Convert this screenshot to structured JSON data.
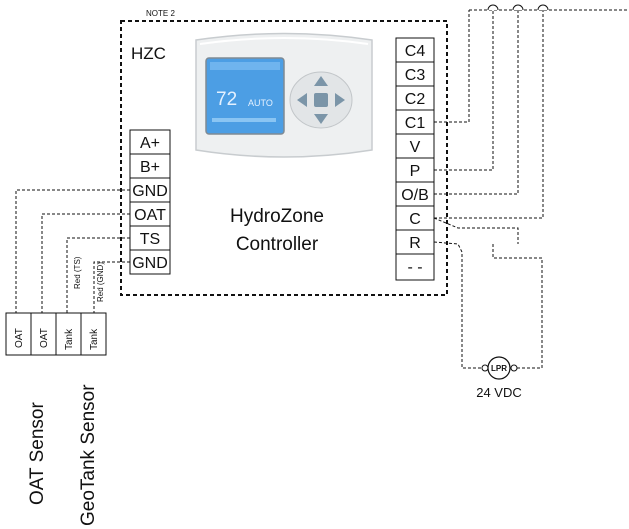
{
  "note": "NOTE 2",
  "controller": {
    "tag": "HZC",
    "name_line1": "HydroZone",
    "name_line2": "Controller"
  },
  "thermostat": {
    "temp": "72",
    "mode": "AUTO"
  },
  "left_terminals": [
    "A+",
    "B+",
    "GND",
    "OAT",
    "TS",
    "GND"
  ],
  "right_terminals": [
    "C4",
    "C3",
    "C2",
    "C1",
    "V",
    "P",
    "O/B",
    "C",
    "R",
    "- -"
  ],
  "sensor_terminals": [
    "OAT",
    "OAT",
    "Tank",
    "Tank"
  ],
  "wire_labels": {
    "red_ts": "Red (TS)",
    "red_gnd": "Red (GND)"
  },
  "relay": {
    "label": "LPR",
    "voltage": "24 VDC"
  },
  "sensors": {
    "oat": "OAT Sensor",
    "geotank": "GeoTank Sensor"
  }
}
